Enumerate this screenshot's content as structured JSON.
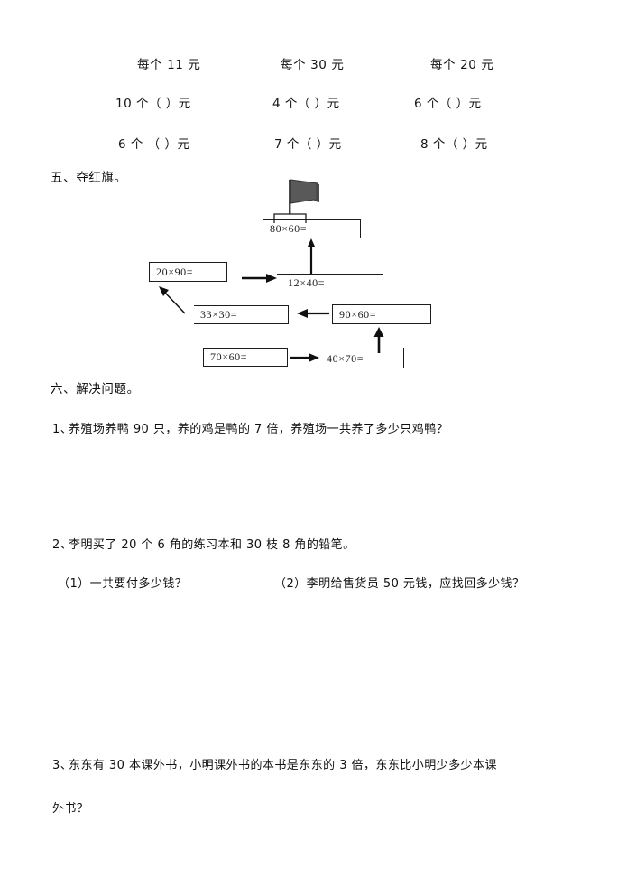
{
  "document": {
    "type": "math-worksheet",
    "language": "zh-CN"
  },
  "price_groups": [
    {
      "header": "每个 11 元",
      "rows": [
        {
          "qty": "10 个（        ）元"
        },
        {
          "qty": "6 个 （      ）元"
        }
      ]
    },
    {
      "header": "每个 30 元",
      "rows": [
        {
          "qty": "4 个（      ）元"
        },
        {
          "qty": "7 个（     ）元"
        }
      ]
    },
    {
      "header": "每个 20 元",
      "rows": [
        {
          "qty": "6 个（       ）元"
        },
        {
          "qty": "8 个（       ）元"
        }
      ]
    }
  ],
  "section_five": {
    "heading": "五、夺红旗。",
    "flag_icon": "red-flag-icon",
    "boxes": [
      {
        "id": "top",
        "expr": "80×60="
      },
      {
        "id": "mid1",
        "expr": "12×40="
      },
      {
        "id": "left1",
        "expr": "20×90="
      },
      {
        "id": "mid2",
        "expr": "33×30="
      },
      {
        "id": "right1",
        "expr": "90×60="
      },
      {
        "id": "low1",
        "expr": "70×60="
      },
      {
        "id": "low2",
        "expr": "40×70="
      }
    ],
    "arrows": [
      {
        "name": "arrow-low1-to-low2",
        "direction": "right"
      },
      {
        "name": "arrow-low2-to-right1",
        "direction": "up"
      },
      {
        "name": "arrow-right1-to-mid2",
        "direction": "left"
      },
      {
        "name": "arrow-mid2-to-left1",
        "direction": "up-left"
      },
      {
        "name": "arrow-left1-to-mid1",
        "direction": "right"
      },
      {
        "name": "arrow-mid1-to-top",
        "direction": "up"
      }
    ]
  },
  "section_six": {
    "heading": "六、解决问题。",
    "problems": [
      {
        "number": "1、",
        "text": "养殖场养鸭 90 只，养的鸡是鸭的 7 倍，养殖场一共养了多少只鸡鸭？",
        "subs": []
      },
      {
        "number": "2、",
        "text": "李明买了 20 个 6 角的练习本和 30 枝 8 角的铅笔。",
        "subs": [
          {
            "label": "（1）一共要付多少钱？"
          },
          {
            "label": "（2）李明给售货员 50 元钱，应找回多少钱？"
          }
        ]
      },
      {
        "number": "3、",
        "text_line1": "东东有 30 本课外书，小明课外书的本书是东东的 3 倍，东东比小明少多少本课",
        "text_line2": "外书？",
        "subs": []
      }
    ]
  }
}
